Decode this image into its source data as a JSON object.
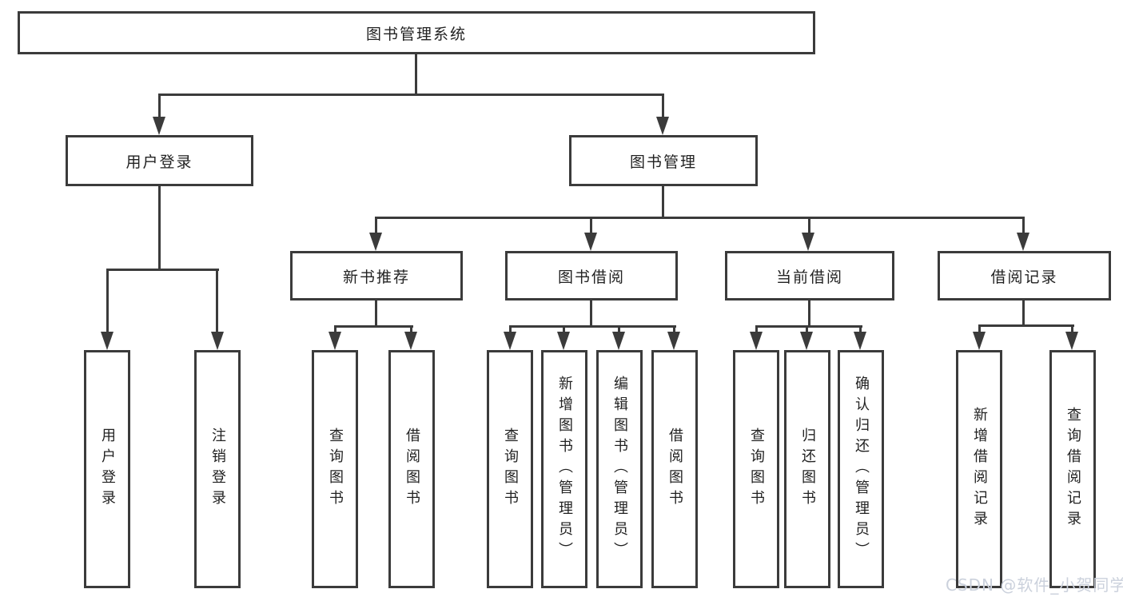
{
  "diagram": {
    "type": "hierarchy-tree",
    "colors": {
      "line": "#3b3b3b",
      "box_border": "#3b3b3b",
      "text": "#222222",
      "background": "#ffffff",
      "watermark": "#cbd1dc"
    },
    "watermark": "CSDN @软件_小贺同学"
  },
  "nodes": {
    "root": {
      "label": "图书管理系统"
    },
    "level2": [
      {
        "label": "用户登录"
      },
      {
        "label": "图书管理"
      }
    ],
    "level3": [
      {
        "label": "新书推荐"
      },
      {
        "label": "图书借阅"
      },
      {
        "label": "当前借阅"
      },
      {
        "label": "借阅记录"
      }
    ],
    "leaves": {
      "login": [
        "用户登录",
        "注销登录"
      ],
      "newbook": [
        "查询图书",
        "借阅图书"
      ],
      "borrow": [
        "查询图书",
        "新增图书（管理员）",
        "编辑图书（管理员）",
        "借阅图书"
      ],
      "current": [
        "查询图书",
        "归还图书",
        "确认归还（管理员）"
      ],
      "records": [
        "新增借阅记录",
        "查询借阅记录"
      ]
    }
  }
}
